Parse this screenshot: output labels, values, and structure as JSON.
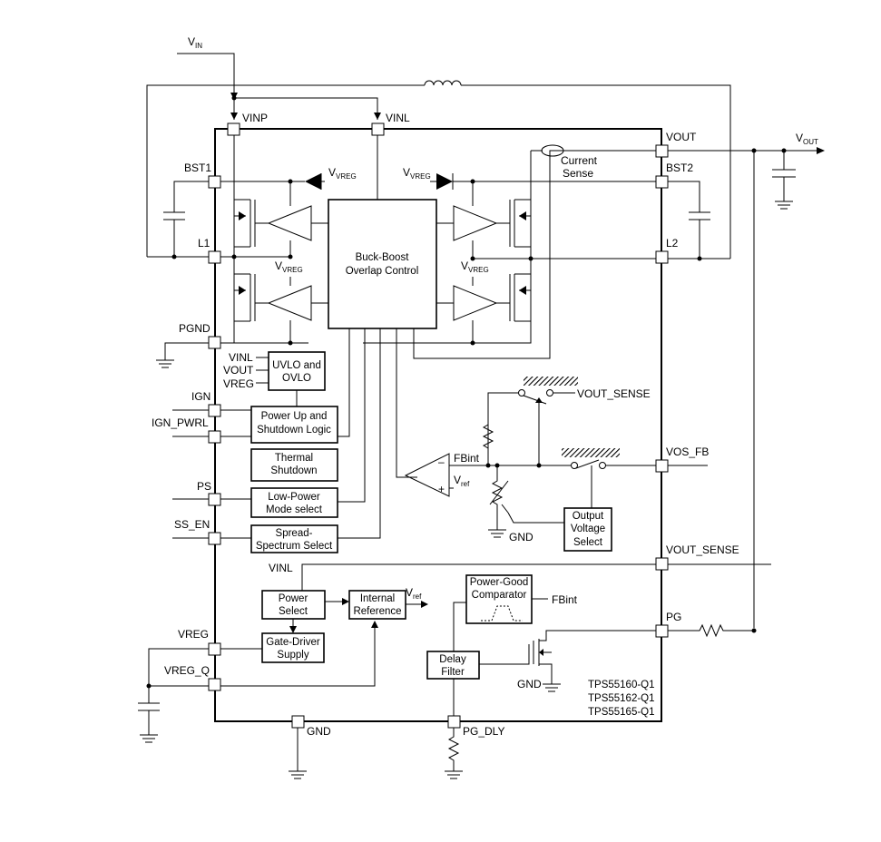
{
  "pins": {
    "vinp": "VINP",
    "vinl": "VINL",
    "vout": "VOUT",
    "bst1": "BST1",
    "bst2": "BST2",
    "l1": "L1",
    "l2": "L2",
    "pgnd": "PGND",
    "ign": "IGN",
    "ign_pwrl": "IGN_PWRL",
    "ps": "PS",
    "ss_en": "SS_EN",
    "vreg": "VREG",
    "vreg_q": "VREG_Q",
    "gnd": "GND",
    "pg_dly": "PG_DLY",
    "pg": "PG",
    "vos_fb": "VOS_FB",
    "vout_sense": "VOUT_SENSE"
  },
  "external": {
    "vin_main": "V",
    "vin_sub": "IN",
    "vout_main": "V",
    "vout_sub": "OUT",
    "vvreg_main": "V",
    "vvreg_sub": "VREG",
    "current_sense_1": "Current",
    "current_sense_2": "Sense"
  },
  "blocks": {
    "buck_boost_1": "Buck-Boost",
    "buck_boost_2": "Overlap Control",
    "uvlo_1": "UVLO and",
    "uvlo_2": "OVLO",
    "uvlo_in1": "VINL",
    "uvlo_in2": "VOUT",
    "uvlo_in3": "VREG",
    "powerup_1": "Power Up and",
    "powerup_2": "Shutdown Logic",
    "thermal_1": "Thermal",
    "thermal_2": "Shutdown",
    "lowpower_1": "Low-Power",
    "lowpower_2": "Mode select",
    "spread_1": "Spread-",
    "spread_2": "Spectrum Select",
    "powersel_in": "VINL",
    "powersel_1": "Power",
    "powersel_2": "Select",
    "intref_1": "Internal",
    "intref_2": "Reference",
    "vref_main": "V",
    "vref_sub": "ref",
    "gatedrv_1": "Gate-Driver",
    "gatedrv_2": "Supply",
    "pgood_1": "Power-Good",
    "pgood_2": "Comparator",
    "pgood_fbint": "FBint",
    "delay_1": "Delay",
    "delay_2": "Filter",
    "outvolt_1": "Output",
    "outvolt_2": "Voltage",
    "outvolt_3": "Select",
    "fbint": "FBint",
    "minus": "–",
    "plus": "+",
    "amp_vref_main": "V",
    "amp_vref_sub": "ref",
    "vout_sense_sw": "VOUT_SENSE",
    "gnd_fb": "GND",
    "gnd_pg": "GND"
  },
  "part_numbers": [
    "TPS55160-Q1",
    "TPS55162-Q1",
    "TPS55165-Q1"
  ]
}
